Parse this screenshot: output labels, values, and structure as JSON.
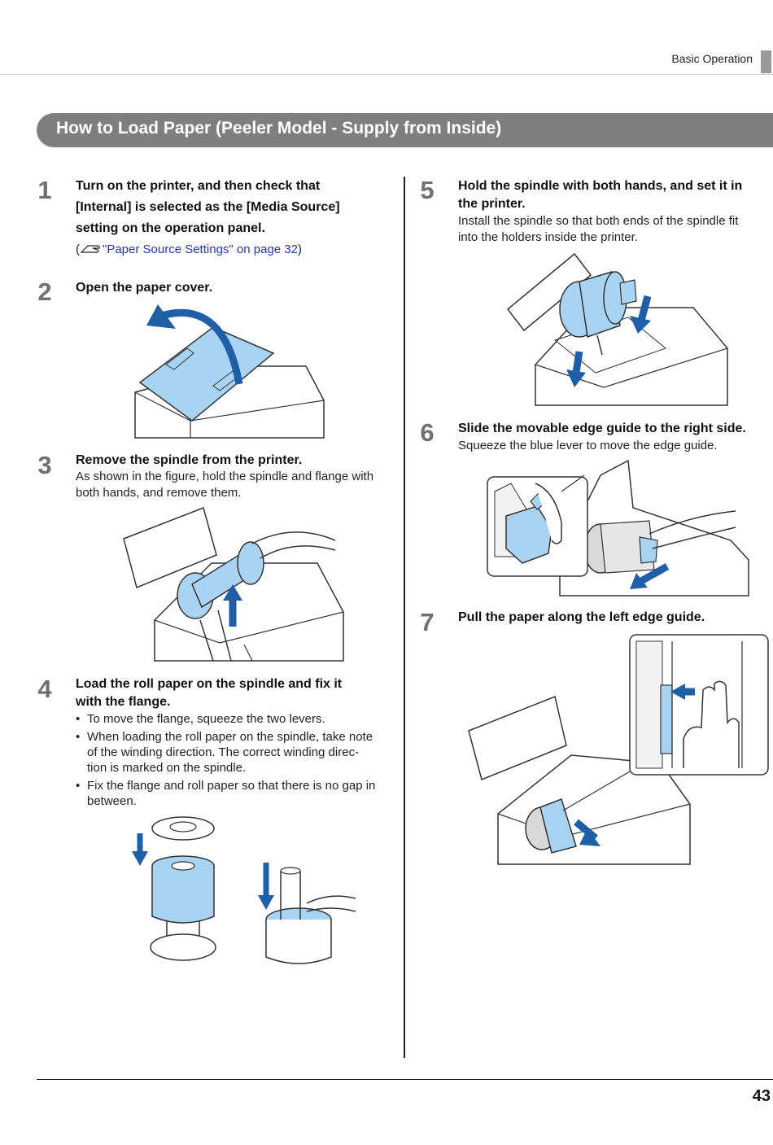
{
  "header": {
    "section_label": "Basic Operation"
  },
  "title": "How to Load Paper (Peeler Model - Supply from Inside)",
  "steps": [
    {
      "number": "1",
      "title_lines": [
        "Turn on the printer, and then check that",
        "[Internal] is selected as the [Media Source]",
        "setting on the operation panel."
      ],
      "ref_open": "(",
      "ref_link": "\"Paper Source Settings\" on page 32",
      "ref_close": ")"
    },
    {
      "number": "2",
      "title_lines": [
        "Open the paper cover."
      ],
      "figure_icon": "printer-cover-open-illustration"
    },
    {
      "number": "3",
      "title_lines": [
        "Remove the spindle from the printer."
      ],
      "body_lines": [
        "As shown in the figure, hold the spindle and flange with",
        "both hands, and remove them."
      ],
      "figure_icon": "remove-spindle-illustration"
    },
    {
      "number": "4",
      "title_lines": [
        "Load the roll paper on the spindle and fix it",
        "with the flange."
      ],
      "bullets": [
        [
          "To move the flange, squeeze the two levers."
        ],
        [
          "When loading the roll paper on the spindle, take note",
          "of the winding direction. The correct winding direc-",
          "tion is marked on the spindle."
        ],
        [
          "Fix the flange and roll paper so that there is no gap in",
          "between."
        ]
      ],
      "figure_icon": "roll-on-spindle-illustration"
    },
    {
      "number": "5",
      "title_lines": [
        "Hold the spindle with both hands, and set it in",
        "the printer."
      ],
      "body_lines": [
        "Install the spindle so that both ends of the spindle fit",
        "into the holders inside the printer."
      ],
      "figure_icon": "set-spindle-illustration"
    },
    {
      "number": "6",
      "title_lines": [
        "Slide the movable edge guide to the right side."
      ],
      "body_lines": [
        "Squeeze the blue lever to move the edge guide."
      ],
      "figure_icon": "edge-guide-illustration"
    },
    {
      "number": "7",
      "title_lines": [
        "Pull the paper along the left edge guide."
      ],
      "figure_icon": "pull-paper-illustration"
    }
  ],
  "colors": {
    "accent_blue": "#1e5fa8",
    "light_blue": "#a9d3f2",
    "title_bar": "#7f7f7f",
    "link": "#2333c8"
  },
  "footer": {
    "page_number": "43"
  }
}
